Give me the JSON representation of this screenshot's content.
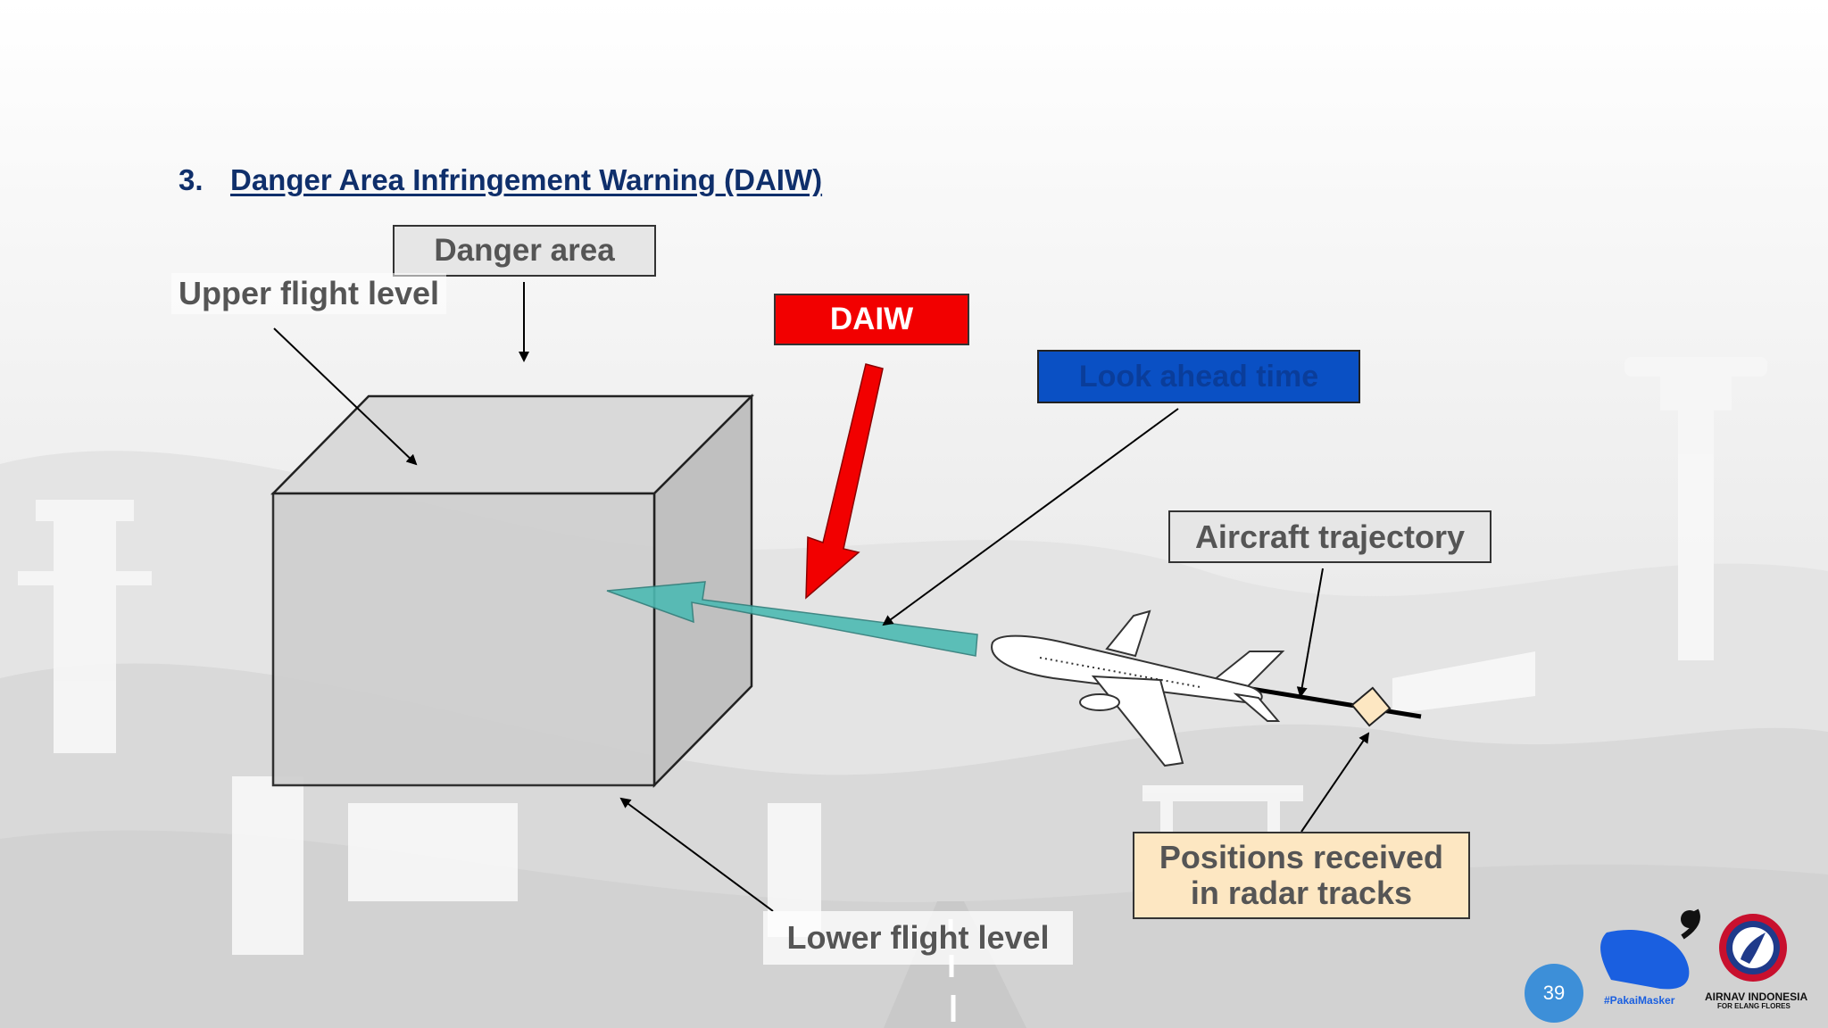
{
  "heading": {
    "number": "3.",
    "title": "Danger Area Infringement Warning (DAIW)"
  },
  "labels": {
    "danger_area": "Danger area",
    "upper_flight_level": "Upper flight level",
    "daiw": "DAIW",
    "look_ahead_time": "Look ahead time",
    "aircraft_trajectory": "Aircraft trajectory",
    "positions_line1": "Positions received",
    "positions_line2": "in radar tracks",
    "lower_flight_level": "Lower flight level"
  },
  "footer": {
    "page_number": "39",
    "mask_caption": "#PakaiMasker",
    "org_name": "AIRNAV INDONESIA",
    "org_sub": "FOR ELANG FLORES"
  },
  "colors": {
    "heading": "#0f2f6b",
    "daiw_box": "#f20000",
    "look_ahead_box": "#0a50c4",
    "trajectory_arrow": "#4dbab3",
    "positions_box": "#fde7c2",
    "label_box": "#e6e6e6"
  },
  "icons": [
    "airplane-icon",
    "mask-logo-icon",
    "airnav-logo-icon"
  ]
}
